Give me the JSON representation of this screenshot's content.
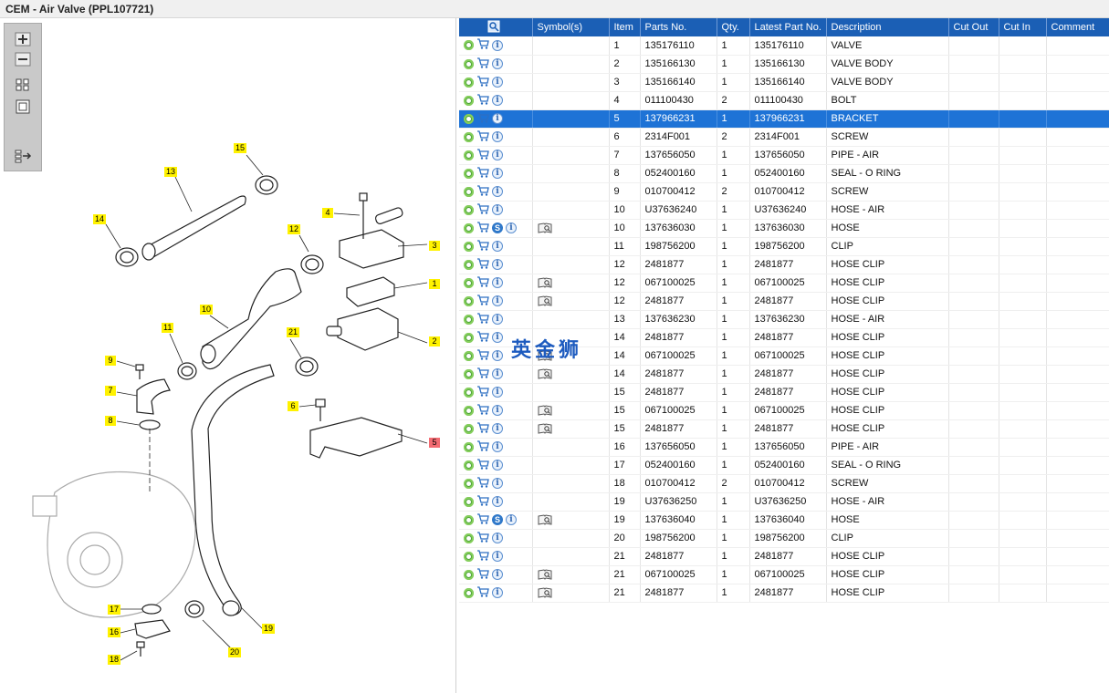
{
  "window": {
    "title": "CEM - Air Valve (PPL107721)"
  },
  "toolbar": {
    "zoom_in": "zoom-in",
    "zoom_out": "zoom-out",
    "fit": "fit-all",
    "actual": "actual-size",
    "export": "export"
  },
  "diagram": {
    "labels": [
      "1",
      "2",
      "3",
      "4",
      "5",
      "6",
      "7",
      "8",
      "9",
      "10",
      "11",
      "12",
      "13",
      "14",
      "15",
      "16",
      "17",
      "18",
      "19",
      "20",
      "21"
    ],
    "highlighted_label": "5"
  },
  "grid": {
    "columns": [
      "",
      "Symbol(s)",
      "Item",
      "Parts No.",
      "Qty.",
      "Latest Part No.",
      "Description",
      "Cut Out",
      "Cut In",
      "Comment"
    ],
    "selected_row_index": 4,
    "rows": [
      {
        "item": "1",
        "part": "135176110",
        "qty": "1",
        "latest": "135176110",
        "desc": "VALVE",
        "s": false,
        "doc": false
      },
      {
        "item": "2",
        "part": "135166130",
        "qty": "1",
        "latest": "135166130",
        "desc": "VALVE BODY",
        "s": false,
        "doc": false
      },
      {
        "item": "3",
        "part": "135166140",
        "qty": "1",
        "latest": "135166140",
        "desc": "VALVE BODY",
        "s": false,
        "doc": false
      },
      {
        "item": "4",
        "part": "011100430",
        "qty": "2",
        "latest": "011100430",
        "desc": "BOLT",
        "s": false,
        "doc": false
      },
      {
        "item": "5",
        "part": "137966231",
        "qty": "1",
        "latest": "137966231",
        "desc": "BRACKET",
        "s": false,
        "doc": false
      },
      {
        "item": "6",
        "part": "2314F001",
        "qty": "2",
        "latest": "2314F001",
        "desc": "SCREW",
        "s": false,
        "doc": false
      },
      {
        "item": "7",
        "part": "137656050",
        "qty": "1",
        "latest": "137656050",
        "desc": "PIPE - AIR",
        "s": false,
        "doc": false
      },
      {
        "item": "8",
        "part": "052400160",
        "qty": "1",
        "latest": "052400160",
        "desc": "SEAL - O RING",
        "s": false,
        "doc": false
      },
      {
        "item": "9",
        "part": "010700412",
        "qty": "2",
        "latest": "010700412",
        "desc": "SCREW",
        "s": false,
        "doc": false
      },
      {
        "item": "10",
        "part": "U37636240",
        "qty": "1",
        "latest": "U37636240",
        "desc": "HOSE - AIR",
        "s": false,
        "doc": false
      },
      {
        "item": "10",
        "part": "137636030",
        "qty": "1",
        "latest": "137636030",
        "desc": "HOSE",
        "s": true,
        "doc": true
      },
      {
        "item": "11",
        "part": "198756200",
        "qty": "1",
        "latest": "198756200",
        "desc": "CLIP",
        "s": false,
        "doc": false
      },
      {
        "item": "12",
        "part": "2481877",
        "qty": "1",
        "latest": "2481877",
        "desc": "HOSE CLIP",
        "s": false,
        "doc": false
      },
      {
        "item": "12",
        "part": "067100025",
        "qty": "1",
        "latest": "067100025",
        "desc": "HOSE CLIP",
        "s": false,
        "doc": true
      },
      {
        "item": "12",
        "part": "2481877",
        "qty": "1",
        "latest": "2481877",
        "desc": "HOSE CLIP",
        "s": false,
        "doc": true
      },
      {
        "item": "13",
        "part": "137636230",
        "qty": "1",
        "latest": "137636230",
        "desc": "HOSE - AIR",
        "s": false,
        "doc": false
      },
      {
        "item": "14",
        "part": "2481877",
        "qty": "1",
        "latest": "2481877",
        "desc": "HOSE CLIP",
        "s": false,
        "doc": false
      },
      {
        "item": "14",
        "part": "067100025",
        "qty": "1",
        "latest": "067100025",
        "desc": "HOSE CLIP",
        "s": false,
        "doc": true
      },
      {
        "item": "14",
        "part": "2481877",
        "qty": "1",
        "latest": "2481877",
        "desc": "HOSE CLIP",
        "s": false,
        "doc": true
      },
      {
        "item": "15",
        "part": "2481877",
        "qty": "1",
        "latest": "2481877",
        "desc": "HOSE CLIP",
        "s": false,
        "doc": false
      },
      {
        "item": "15",
        "part": "067100025",
        "qty": "1",
        "latest": "067100025",
        "desc": "HOSE CLIP",
        "s": false,
        "doc": true
      },
      {
        "item": "15",
        "part": "2481877",
        "qty": "1",
        "latest": "2481877",
        "desc": "HOSE CLIP",
        "s": false,
        "doc": true
      },
      {
        "item": "16",
        "part": "137656050",
        "qty": "1",
        "latest": "137656050",
        "desc": "PIPE - AIR",
        "s": false,
        "doc": false
      },
      {
        "item": "17",
        "part": "052400160",
        "qty": "1",
        "latest": "052400160",
        "desc": "SEAL - O RING",
        "s": false,
        "doc": false
      },
      {
        "item": "18",
        "part": "010700412",
        "qty": "2",
        "latest": "010700412",
        "desc": "SCREW",
        "s": false,
        "doc": false
      },
      {
        "item": "19",
        "part": "U37636250",
        "qty": "1",
        "latest": "U37636250",
        "desc": "HOSE - AIR",
        "s": false,
        "doc": false
      },
      {
        "item": "19",
        "part": "137636040",
        "qty": "1",
        "latest": "137636040",
        "desc": "HOSE",
        "s": true,
        "doc": true
      },
      {
        "item": "20",
        "part": "198756200",
        "qty": "1",
        "latest": "198756200",
        "desc": "CLIP",
        "s": false,
        "doc": false
      },
      {
        "item": "21",
        "part": "2481877",
        "qty": "1",
        "latest": "2481877",
        "desc": "HOSE CLIP",
        "s": false,
        "doc": false
      },
      {
        "item": "21",
        "part": "067100025",
        "qty": "1",
        "latest": "067100025",
        "desc": "HOSE CLIP",
        "s": false,
        "doc": true
      },
      {
        "item": "21",
        "part": "2481877",
        "qty": "1",
        "latest": "2481877",
        "desc": "HOSE CLIP",
        "s": false,
        "doc": true
      }
    ]
  },
  "watermark": "英金狮",
  "colors": {
    "header": "#1b5fb5",
    "selected": "#1e73d6",
    "callout": "#fff200",
    "callout_highlight": "#f36b72"
  }
}
